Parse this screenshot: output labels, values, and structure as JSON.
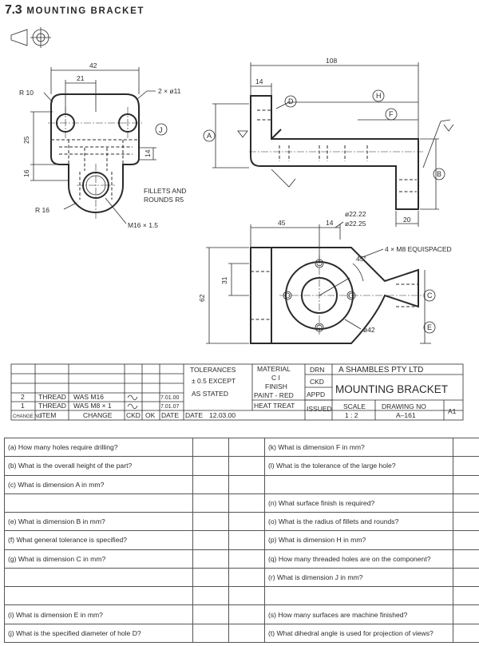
{
  "header": {
    "section_number": "7.3",
    "section_title": "MOUNTING BRACKET"
  },
  "icons": {
    "projection_symbol": "third-angle-projection-icon"
  },
  "front_view": {
    "dim_overall_width": "42",
    "dim_hole_pitch": "21",
    "note_holes": "2 × ø11",
    "note_radius_top": "R 10",
    "dim_height": "25",
    "dim_lower": "16",
    "dim_boss": "14",
    "label_J": "J",
    "note_radius_bottom": "R 16",
    "note_thread": "M16 × 1.5",
    "note_fillets_1": "FILLETS AND",
    "note_fillets_2": "ROUNDS R5"
  },
  "side_view": {
    "dim_overall_length": "108",
    "dim_flange": "14",
    "label_A": "A",
    "label_B": "B",
    "label_D": "D",
    "label_F": "F",
    "label_H": "H",
    "dim_end": "20"
  },
  "plan_view": {
    "dim_45": "45",
    "dim_14": "14",
    "dim_dia_1": "ø22.22",
    "dim_dia_2": "ø22.25",
    "note_tapped": "4 × M8 EQUISPACED",
    "dim_angle": "45°",
    "dim_31": "31",
    "dim_62": "62",
    "label_C": "C",
    "label_E": "E",
    "dim_pcd": "ø42"
  },
  "title_block": {
    "tolerances_1": "TOLERANCES",
    "tolerances_2": "± 0.5 EXCEPT",
    "tolerances_3": "AS STATED",
    "material_label": "MATERIAL",
    "material_value": "C I",
    "finish_label": "FINISH",
    "finish_value": "PAINT - RED",
    "heat_treat": "HEAT TREAT",
    "drn": "DRN",
    "ckd": "CKD",
    "appd": "APPD",
    "issued": "ISSUED",
    "company": "A SHAMBLES PTY LTD",
    "drawing_title": "MOUNTING BRACKET",
    "scale_label": "SCALE",
    "scale_value": "1 : 2",
    "drawing_no_label": "DRAWING NO",
    "drawing_no_value": "A–161",
    "sheet_size": "A1",
    "date_label": "DATE",
    "date_value": "12.03.00",
    "rev_headers": [
      "CHANGE NO",
      "ITEM",
      "CHANGE",
      "CKD",
      "OK",
      "DATE"
    ],
    "revisions": [
      {
        "no": "2",
        "item": "THREAD",
        "change": "WAS M16",
        "date": "7.01.00"
      },
      {
        "no": "1",
        "item": "THREAD",
        "change": "WAS M8 × 1",
        "date": "7.01.07"
      }
    ]
  },
  "questions": {
    "rows": [
      {
        "left": "(a)  How many holes require drilling?",
        "right": "(k)  What is dimension F in mm?"
      },
      {
        "left": "(b)  What is the overall height of the part?",
        "right": "(l)  What is the tolerance of the large hole?"
      },
      {
        "left": "(c)  What is dimension A in mm?",
        "right": ""
      },
      {
        "left": "",
        "right": "(n)  What surface finish is required?"
      },
      {
        "left": "(e)  What is dimension B in mm?",
        "right": "(o)  What is the radius of fillets and rounds?"
      },
      {
        "left": "(f)  What general tolerance is specified?",
        "right": "(p)  What is dimension H in mm?"
      },
      {
        "left": "(g)  What is dimension C in mm?",
        "right": "(q)  How many threaded holes are on the component?"
      },
      {
        "left": "",
        "right": "(r)  What is dimension J in mm?"
      },
      {
        "left": "",
        "right": ""
      },
      {
        "left": "(i)  What is dimension E in mm?",
        "right": "(s)  How many surfaces are machine finished?"
      },
      {
        "left": "(j)  What is the specified diameter of hole D?",
        "right": "(t)  What dihedral angle is used for projection of views?"
      }
    ]
  }
}
